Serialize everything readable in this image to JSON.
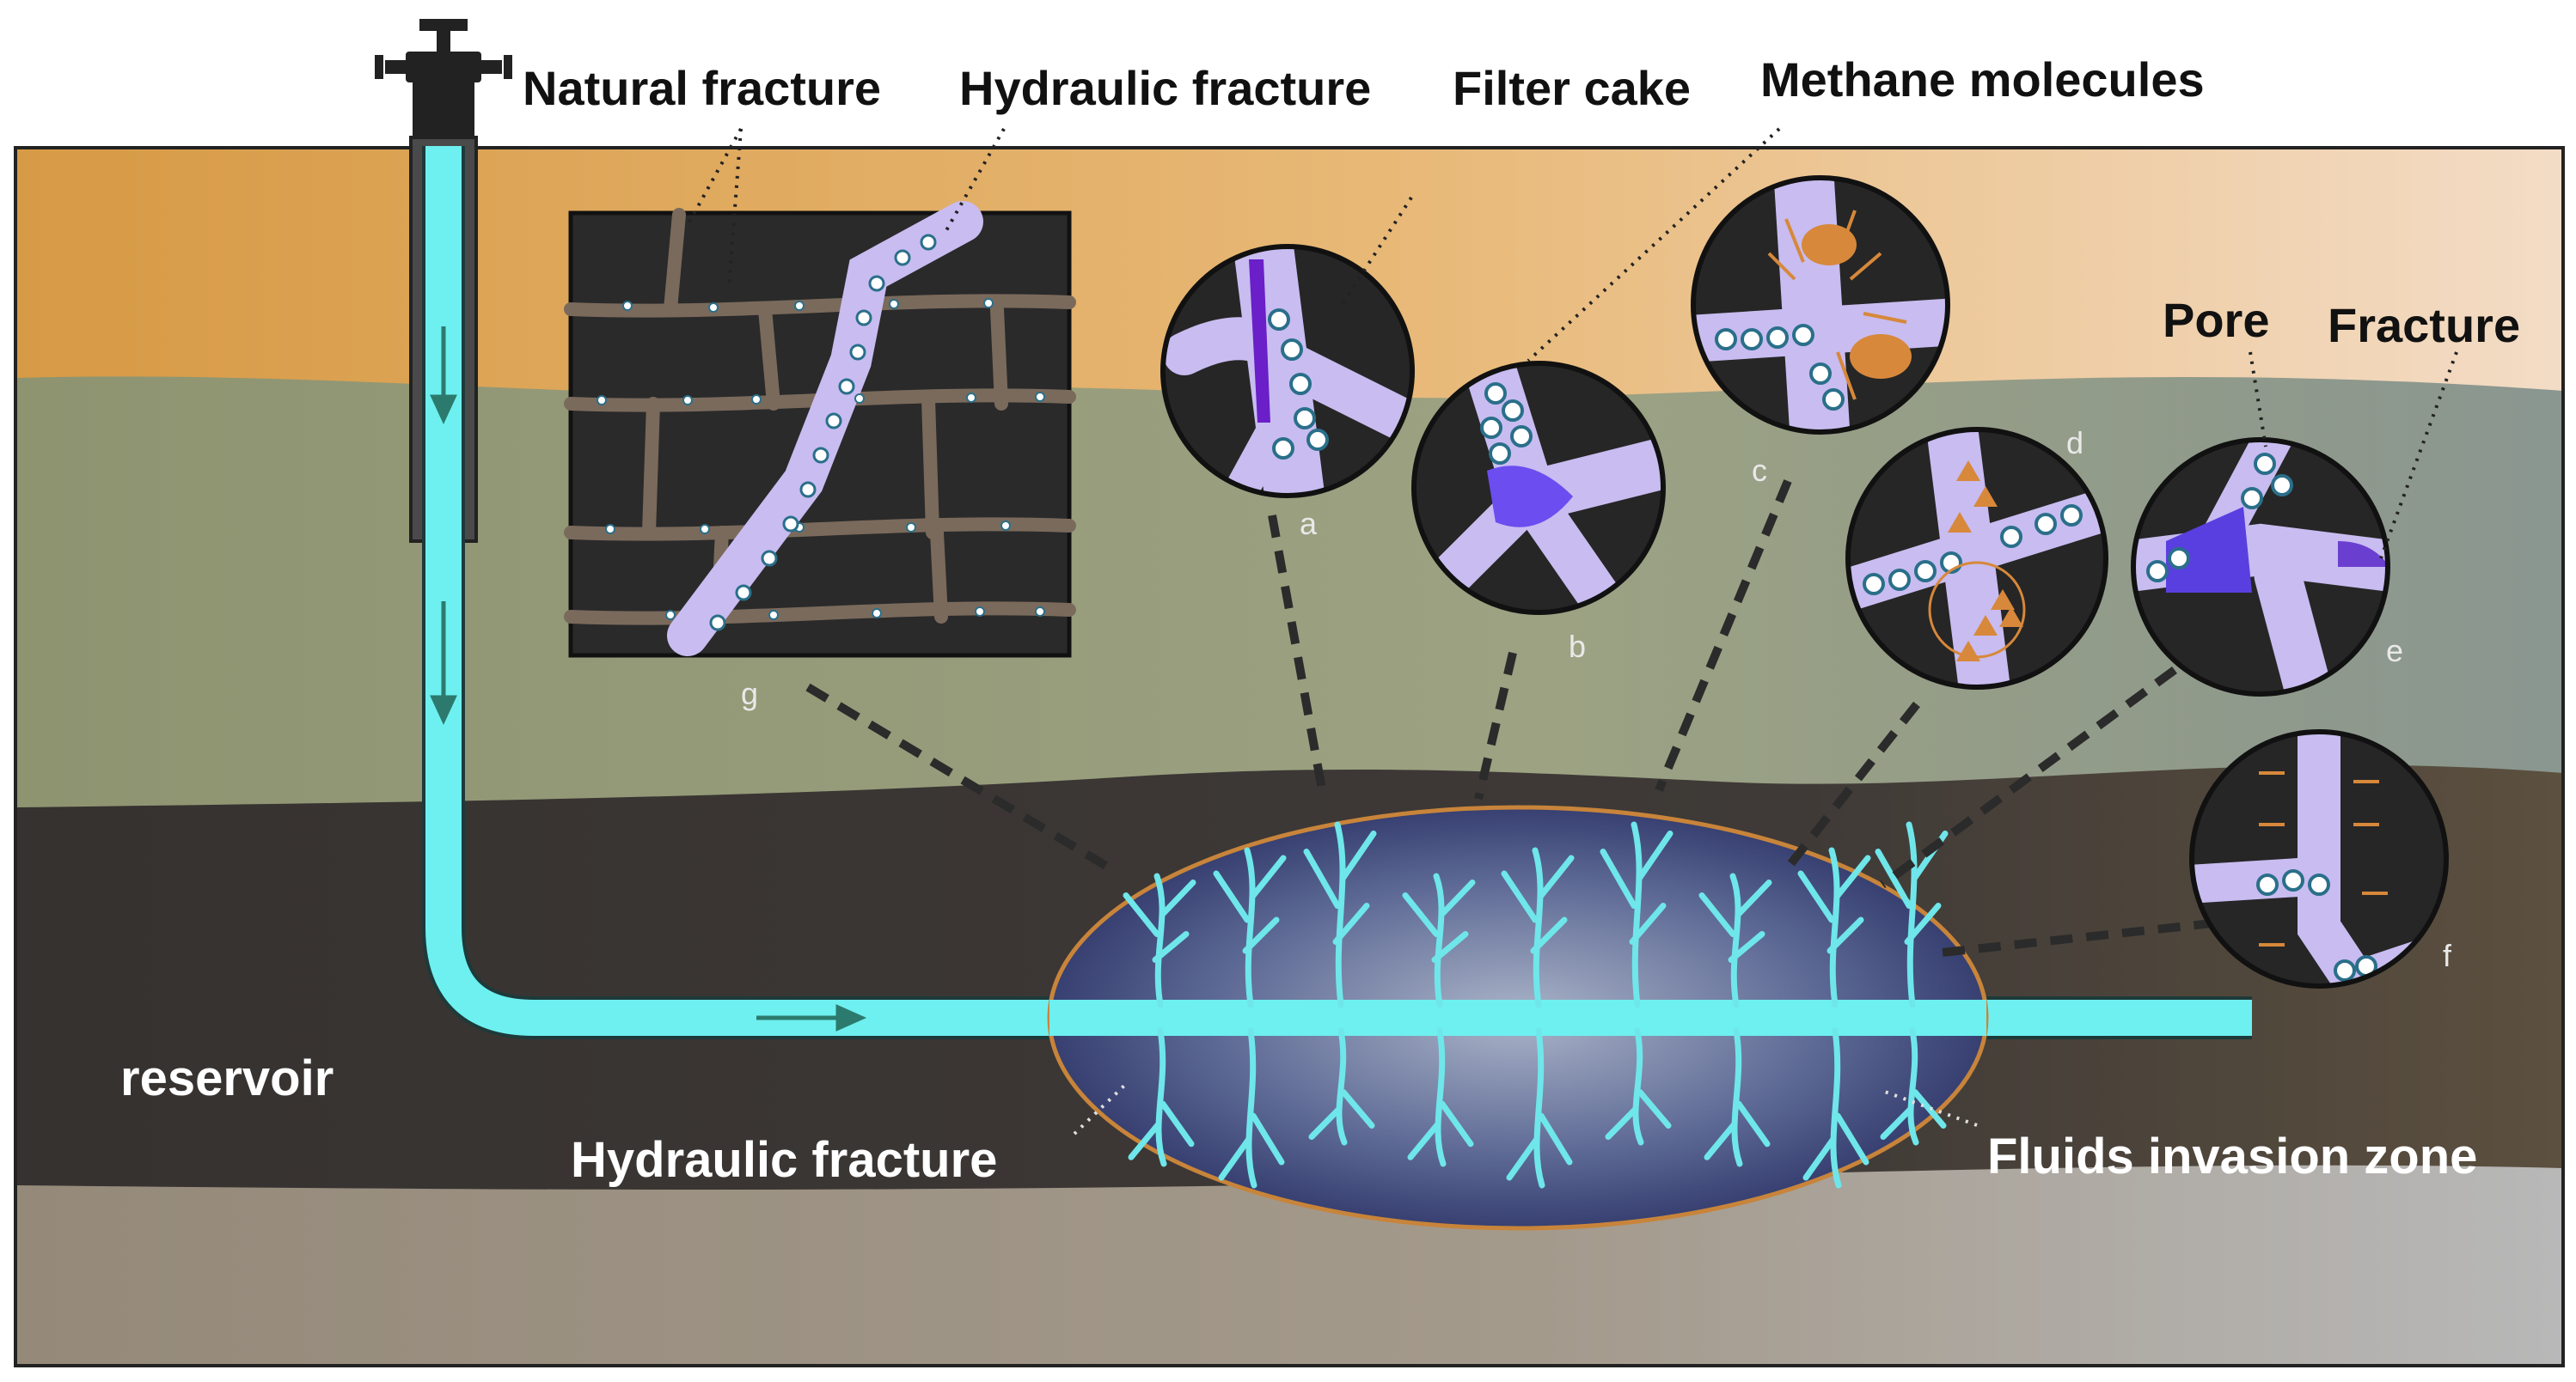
{
  "labels": {
    "natural_fracture": "Natural fracture",
    "hydraulic_fracture_top": "Hydraulic fracture",
    "filter_cake": "Filter cake",
    "methane_molecules": "Methane molecules",
    "pore": "Pore",
    "fracture": "Fracture",
    "reservoir": "reservoir",
    "hydraulic_fracture_bottom": "Hydraulic fracture",
    "fluids_invasion_zone": "Fluids invasion zone"
  },
  "panels": [
    "a",
    "b",
    "c",
    "d",
    "e",
    "f",
    "g"
  ],
  "colors": {
    "sky": "#ffffff",
    "top_soil": "#e0a85a",
    "middle_layer": "#93997a",
    "reservoir_layer": "#3d3835",
    "bottom_layer": "#a0968a",
    "wellbore": "#6ef0f0",
    "fracture_branches": "#6fe6ea",
    "invasion_zone_edge": "#c8843a",
    "pore_fill": "#c8bcf0",
    "filter_cake": "#6a1fc8",
    "methane_ring": "#2a6f8a",
    "particle": "#d7883a"
  },
  "icons": [
    "wellhead-icon",
    "flow-arrow-icon"
  ]
}
